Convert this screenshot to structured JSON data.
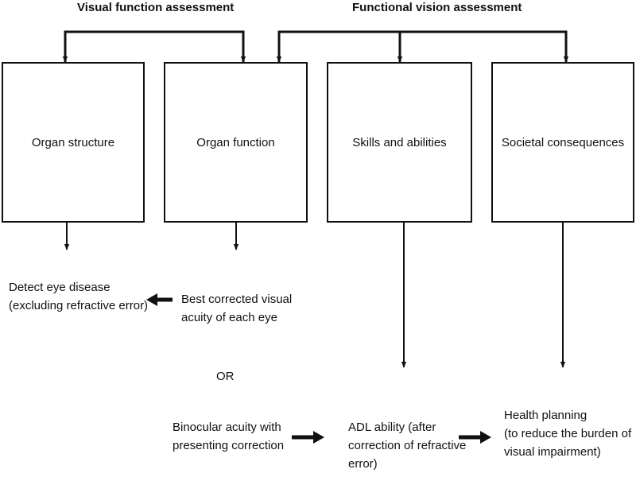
{
  "headers": {
    "visual_function": "Visual function assessment",
    "functional_vision": "Functional vision assessment"
  },
  "boxes": {
    "organ_structure": "Organ structure",
    "organ_function": "Organ function",
    "skills_abilities": "Skills and abilities",
    "societal_consequences": "Societal consequences"
  },
  "outcomes": {
    "detect_line1": "Detect eye disease",
    "detect_line2": "(excluding refractive error)",
    "bcva_line1": "Best corrected visual",
    "bcva_line2": "acuity of each eye",
    "or": "OR",
    "binocular_line1": "Binocular acuity with",
    "binocular_line2": "presenting correction",
    "adl_line1": "ADL ability (after",
    "adl_line2": "correction of refractive",
    "adl_line3": "error)",
    "health_line1": "Health planning",
    "health_line2": "(to reduce the burden of",
    "health_line3": "visual impairment)"
  }
}
